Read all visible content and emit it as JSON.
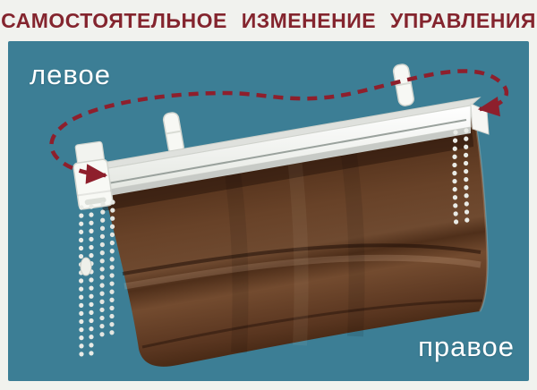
{
  "header": {
    "title": "САМОСТОЯТЕЛЬНОЕ ИЗМЕНЕНИЕ УПРАВЛЕНИЯ"
  },
  "panel": {
    "label_left": "левое",
    "label_right": "правое"
  },
  "illustration": {
    "name": "roman-blind-chain-control-swap",
    "parts": "dashed direction arrow, headrail, two mounting brackets, left bead-chain control, right bead-chain control, brown blind fabric"
  },
  "colors": {
    "canvas_bg": "#f1f2ee",
    "panel_bg": "#3c7e95",
    "title_text": "#84252e",
    "label_text": "#ffffff",
    "arrow": "#8e1f2c",
    "fabric_brown": "#5d3a24",
    "rail_white": "#f5f6f2",
    "chain_beads": "#e9ebe6"
  }
}
